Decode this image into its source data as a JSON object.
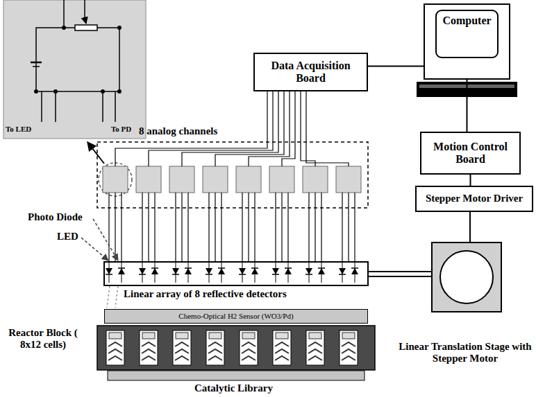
{
  "diagram": {
    "nodes": [
      {
        "text": [
          "Computer"
        ]
      },
      {
        "text": [
          "Data Acquisition Board"
        ]
      },
      {
        "text": [
          "Motion Control Board"
        ]
      },
      {
        "text": [
          "Stepper Motor Driver"
        ]
      },
      {
        "text": [
          "Chemo-Optical H2 Sensor (WO3/Pd)"
        ]
      }
    ],
    "edges": [
      {
        "from": 1,
        "to": 0,
        "arrow": "none"
      },
      {
        "from": 0,
        "to": 2,
        "arrow": "none"
      },
      {
        "from": 2,
        "to": 3,
        "arrow": "none"
      }
    ],
    "labels": [
      "To LED",
      "To PD",
      "8 analog channels",
      "Photo Diode",
      "LED",
      "Linear array of 8 reflective detectors",
      "Reactor Block ( 8x12 cells)",
      "Linear Translation Stage with Stepper Motor",
      "Catalytic Library"
    ]
  }
}
